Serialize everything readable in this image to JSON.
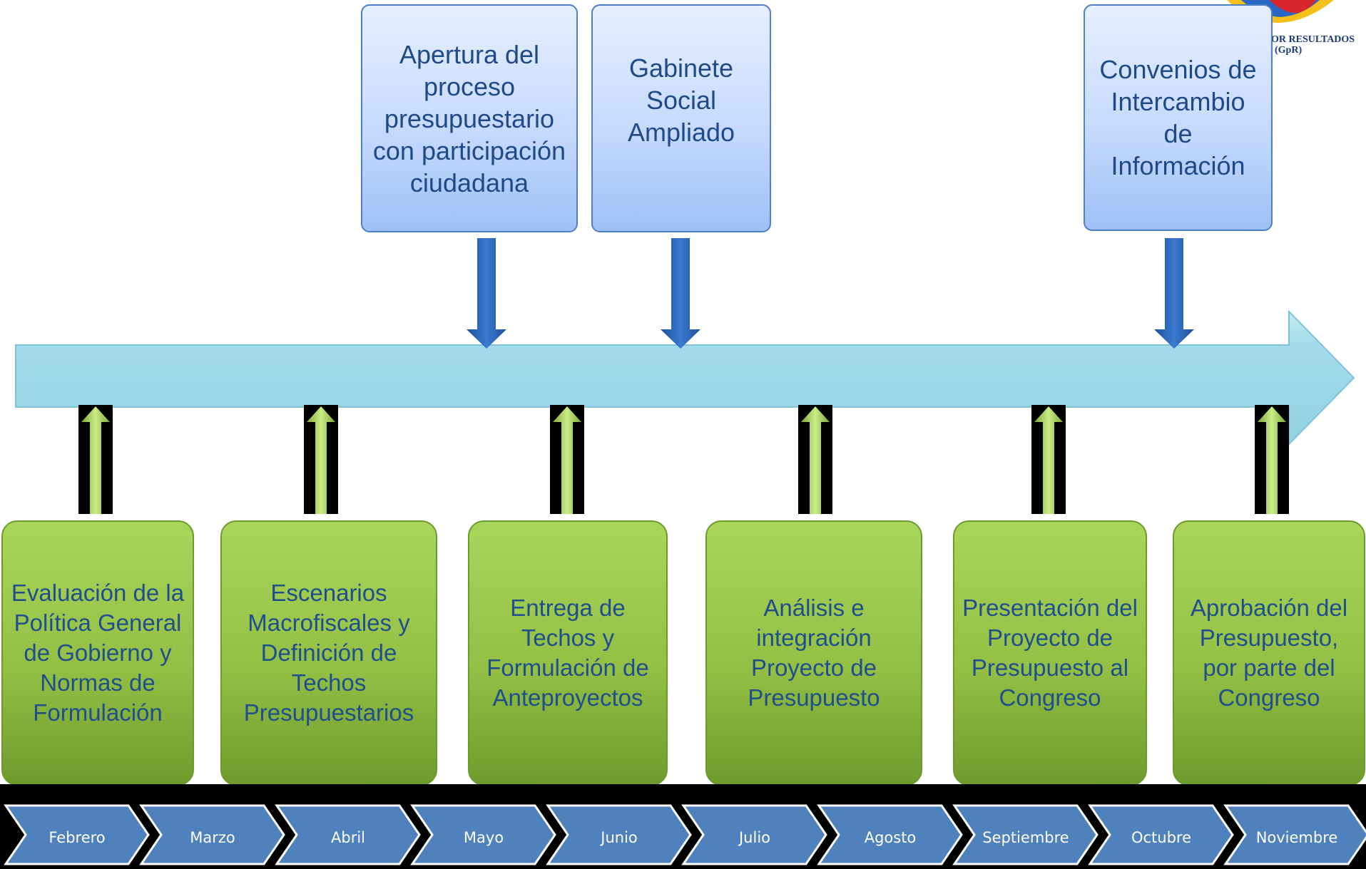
{
  "top_events": [
    {
      "label": "Apertura del proceso presupuestario con participación ciudadana"
    },
    {
      "label": "Gabinete Social Ampliado"
    },
    {
      "label": "Convenios de Intercambio de Información"
    }
  ],
  "stages": [
    {
      "label": "Evaluación de la Política General de Gobierno y Normas de Formulación"
    },
    {
      "label": "Escenarios Macrofiscales y Definición de Techos Presupuestarios"
    },
    {
      "label": "Entrega de Techos y Formulación de Anteproyectos"
    },
    {
      "label": "Análisis e integración Proyecto de Presupuesto"
    },
    {
      "label": "Presentación del Proyecto de Presupuesto al Congreso"
    },
    {
      "label": "Aprobación del Presupuesto, por parte del Congreso"
    }
  ],
  "months": [
    "Febrero",
    "Marzo",
    "Abril",
    "Mayo",
    "Junio",
    "Julio",
    "Agosto",
    "Septiembre",
    "Octubre",
    "Noviembre"
  ],
  "logo": {
    "line1": "OR RESULTADOS",
    "line2": "(GpR)"
  },
  "colors": {
    "timeline": "#9fdbe9",
    "top_box": "#c6dafd",
    "top_text": "#1f4a86",
    "green_box": "#93c044",
    "green_text": "#1e4e8c",
    "down_arrow": "#2e67b3",
    "month_chevron": "#4f81bd"
  }
}
